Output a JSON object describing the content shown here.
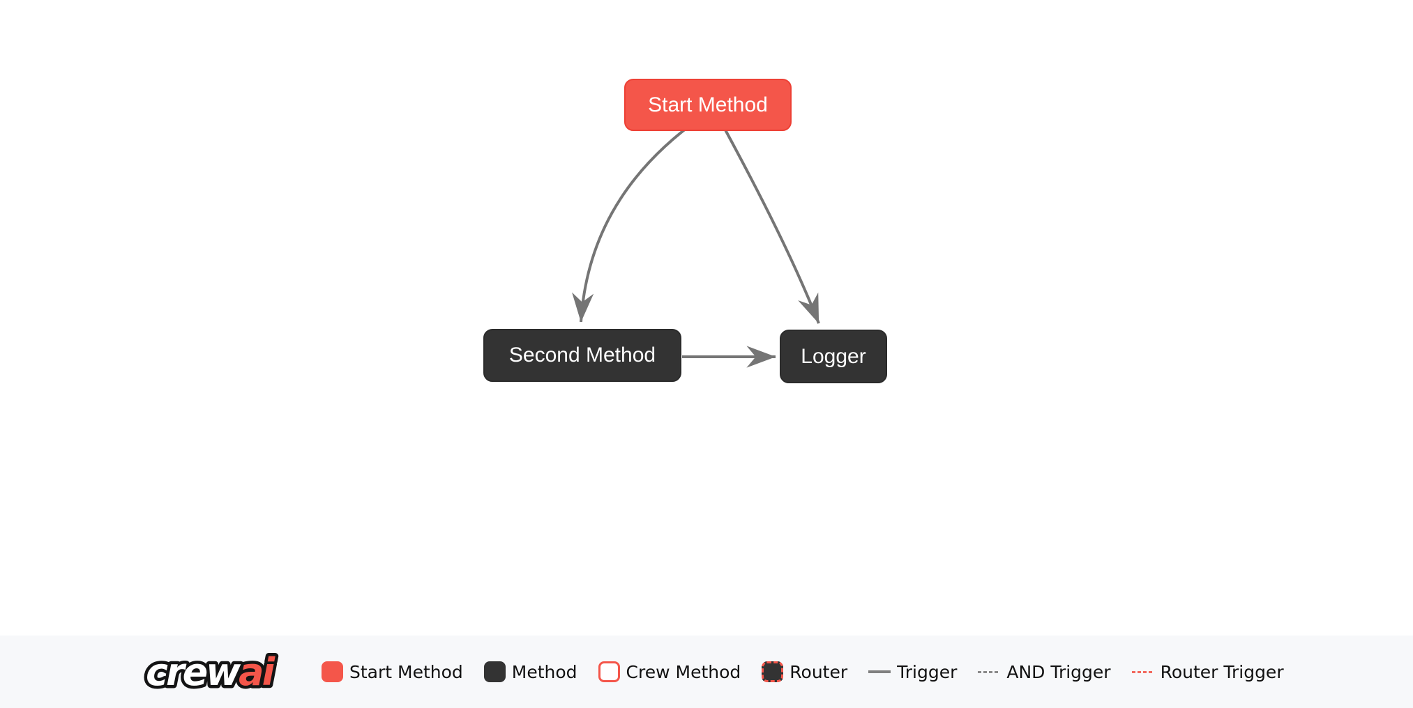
{
  "graph": {
    "nodes": [
      {
        "label": "Start Method",
        "type": "start-method"
      },
      {
        "label": "Second Method",
        "type": "method"
      },
      {
        "label": "Logger",
        "type": "method"
      }
    ],
    "edges": [
      {
        "from": "Start Method",
        "to": "Second Method",
        "type": "trigger"
      },
      {
        "from": "Start Method",
        "to": "Logger",
        "type": "trigger"
      },
      {
        "from": "Second Method",
        "to": "Logger",
        "type": "trigger"
      }
    ]
  },
  "legend": {
    "brand": {
      "crew": "crew",
      "ai": "ai"
    },
    "items": [
      {
        "label": "Start Method",
        "swatch": "start-method-box"
      },
      {
        "label": "Method",
        "swatch": "method-box"
      },
      {
        "label": "Crew Method",
        "swatch": "crew-method-box"
      },
      {
        "label": "Router",
        "swatch": "router-box"
      },
      {
        "label": "Trigger",
        "swatch": "solid-gray-line"
      },
      {
        "label": "AND Trigger",
        "swatch": "dashed-gray-line"
      },
      {
        "label": "Router Trigger",
        "swatch": "dashed-red-line"
      }
    ]
  },
  "colors": {
    "start-fill": "#F4564A",
    "start-border": "#ED4035",
    "method-fill": "#333333",
    "method-border": "#2B2B2B",
    "edge": "#757575",
    "legend-bg": "#F7F8FA",
    "legend-text": "#111111",
    "trigger-line": "#808080",
    "and-trigger-line": "#8A8A8A",
    "router-trigger-line": "#F2695E"
  }
}
